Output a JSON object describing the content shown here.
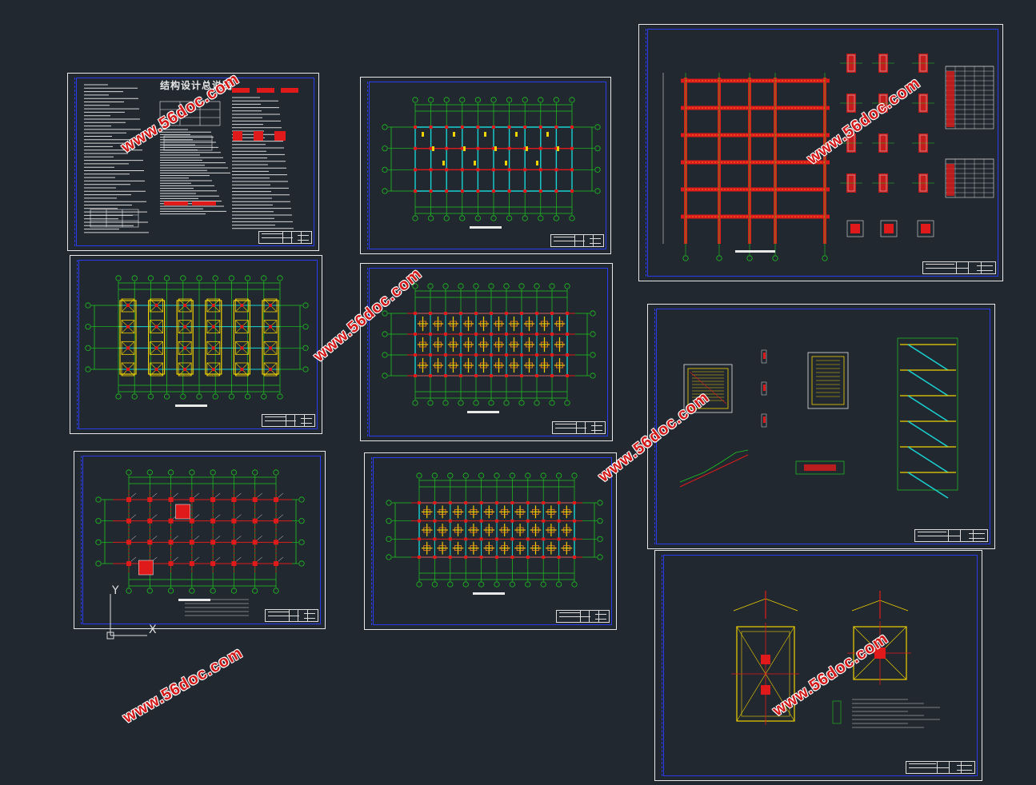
{
  "sheets": {
    "structural_notes": {
      "title": "结构设计总说明"
    }
  },
  "watermarks": [
    {
      "text": "www.56doc.com"
    },
    {
      "text": "www.56doc.com"
    },
    {
      "text": "www.56doc.com"
    },
    {
      "text": "www.56doc.com"
    },
    {
      "text": "www.56doc.com"
    },
    {
      "text": "www.56doc.com"
    }
  ],
  "ucs": {
    "x_label": "X",
    "y_label": "Y"
  },
  "colors": {
    "background": "#212830",
    "sheet_border": "#e8e8e8",
    "frame_blue": "#2a3cf0",
    "grid_green": "#1ec81e",
    "beam_red": "#e01a1a",
    "beam_cyan": "#19d3d3",
    "rebar_yellow": "#f0d200",
    "watermark_red": "#d31818"
  }
}
